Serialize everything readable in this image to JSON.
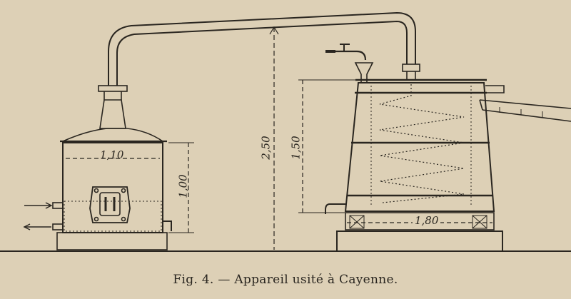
{
  "figure": {
    "caption": "Fig. 4. — Appareil usité à Cayenne."
  },
  "dimensions": {
    "boiler_width": "1,10",
    "boiler_height": "1,00",
    "total_height": "2,50",
    "condenser_height": "1,50",
    "condenser_base": "1,80"
  },
  "colors": {
    "paper": "#ddd0b6",
    "ink": "#2a2620"
  }
}
